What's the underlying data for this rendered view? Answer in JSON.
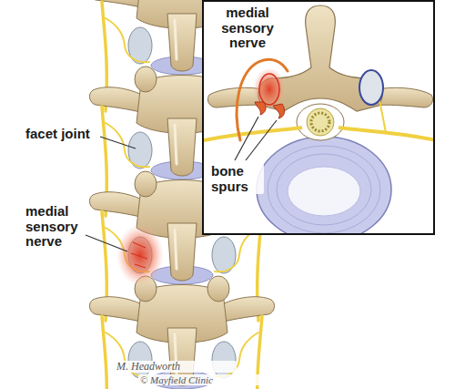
{
  "diagram": {
    "nodes": [
      {
        "text": [
          "medial sensory nerve",
          "bone spurs"
        ]
      }
    ],
    "labels": [
      "facet joint",
      "medial sensory nerve",
      "M. Headworth",
      "© Mayfield Clinic"
    ]
  }
}
